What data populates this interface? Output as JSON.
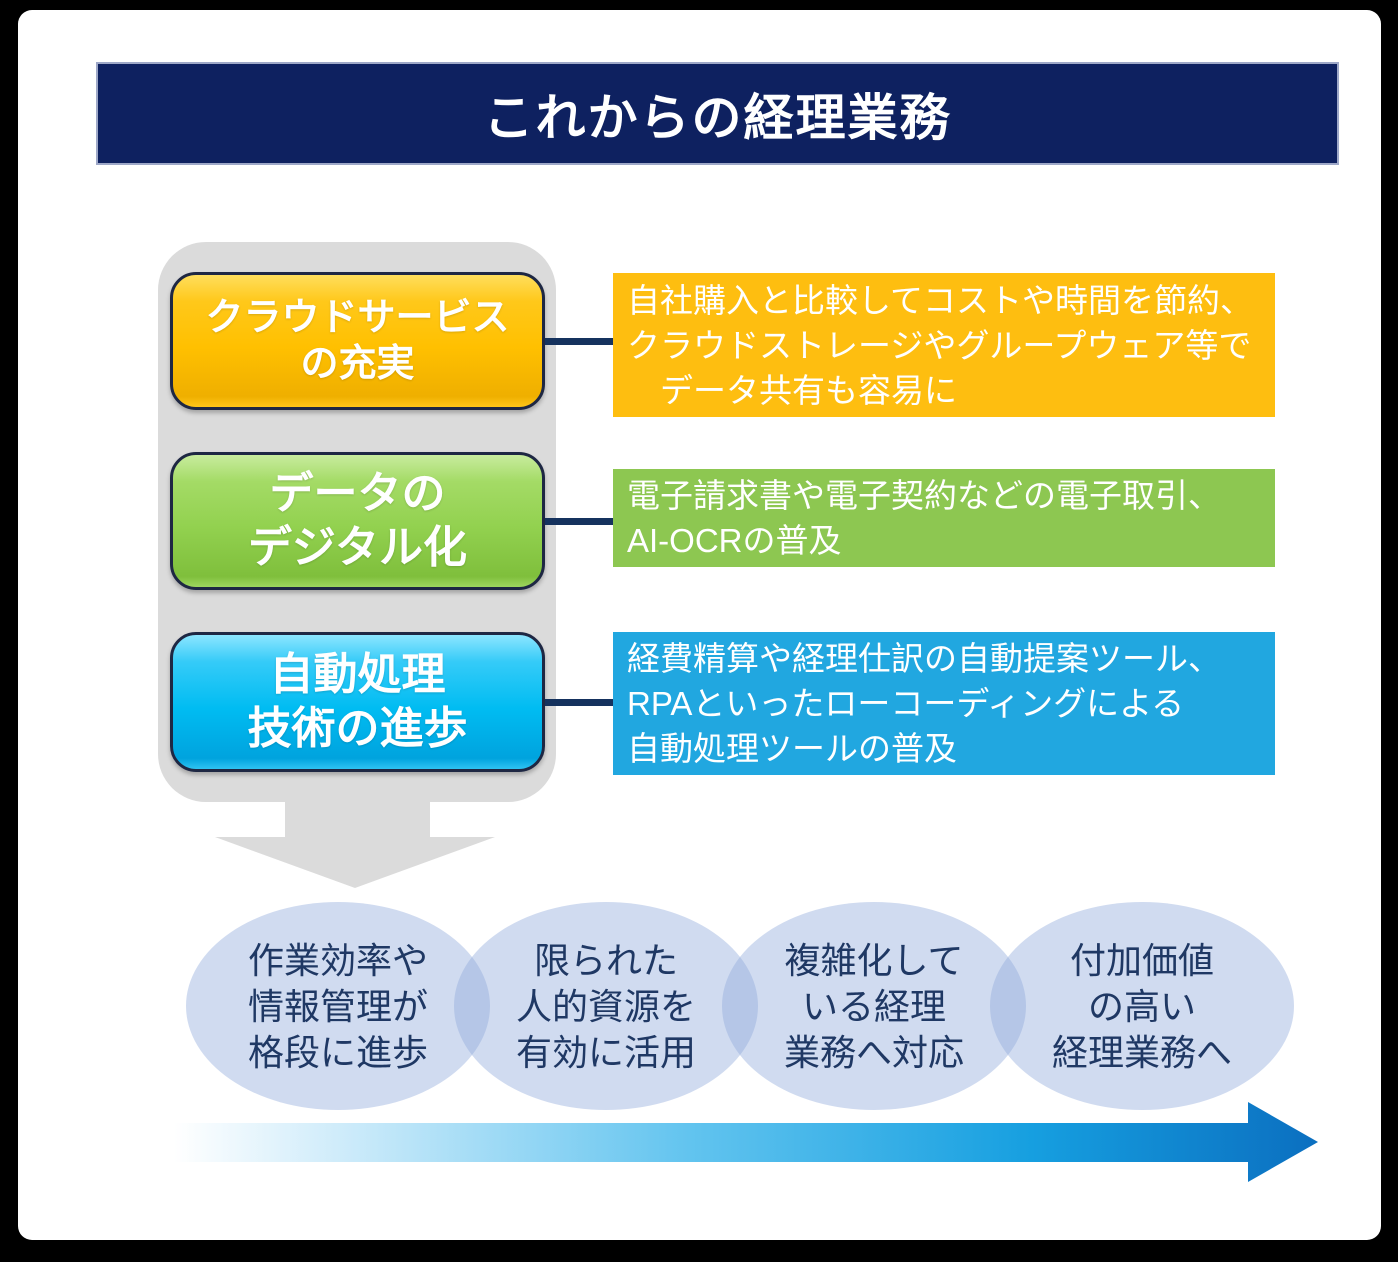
{
  "header": {
    "title": "これからの経理業務"
  },
  "colors": {
    "header_bg": "#0E2160",
    "header_border": "#9EA8C8",
    "connector_line": "#15325E",
    "container_gray": "#DBDBDB",
    "factor_yellow": "#FFC000",
    "factor_green": "#92D14F",
    "factor_cyan": "#00BCF2",
    "desc_yellow": "#FEBE10",
    "desc_green": "#8DC751",
    "desc_cyan": "#21A7E0",
    "ellipse_overlap_fill": "#B4C7E7",
    "outcome_text": "#1F3864",
    "timeline_arrow_end": "#0B6FC0"
  },
  "factors": [
    {
      "label_lines": [
        "クラウドサービス",
        "の充実"
      ],
      "desc_lines": [
        "自社購入と比較してコストや時間を節約、",
        "クラウドストレージやグループウェア等で",
        "　データ共有も容易に"
      ]
    },
    {
      "label_lines": [
        "データの",
        "デジタル化"
      ],
      "desc_lines": [
        "電子請求書や電子契約などの電子取引、",
        "AI-OCRの普及"
      ]
    },
    {
      "label_lines": [
        "自動処理",
        "技術の進歩"
      ],
      "desc_lines": [
        "経費精算や経理仕訳の自動提案ツール、",
        "RPAといったローコーディングによる",
        "自動処理ツールの普及"
      ]
    }
  ],
  "outcomes": [
    {
      "lines": [
        "作業効率や",
        "情報管理が",
        "格段に進歩"
      ]
    },
    {
      "lines": [
        "限られた",
        "人的資源を",
        "有効に活用"
      ]
    },
    {
      "lines": [
        "複雑化して",
        "いる経理",
        "業務へ対応"
      ]
    },
    {
      "lines": [
        "付加価値",
        "の高い",
        "経理業務へ"
      ]
    }
  ]
}
